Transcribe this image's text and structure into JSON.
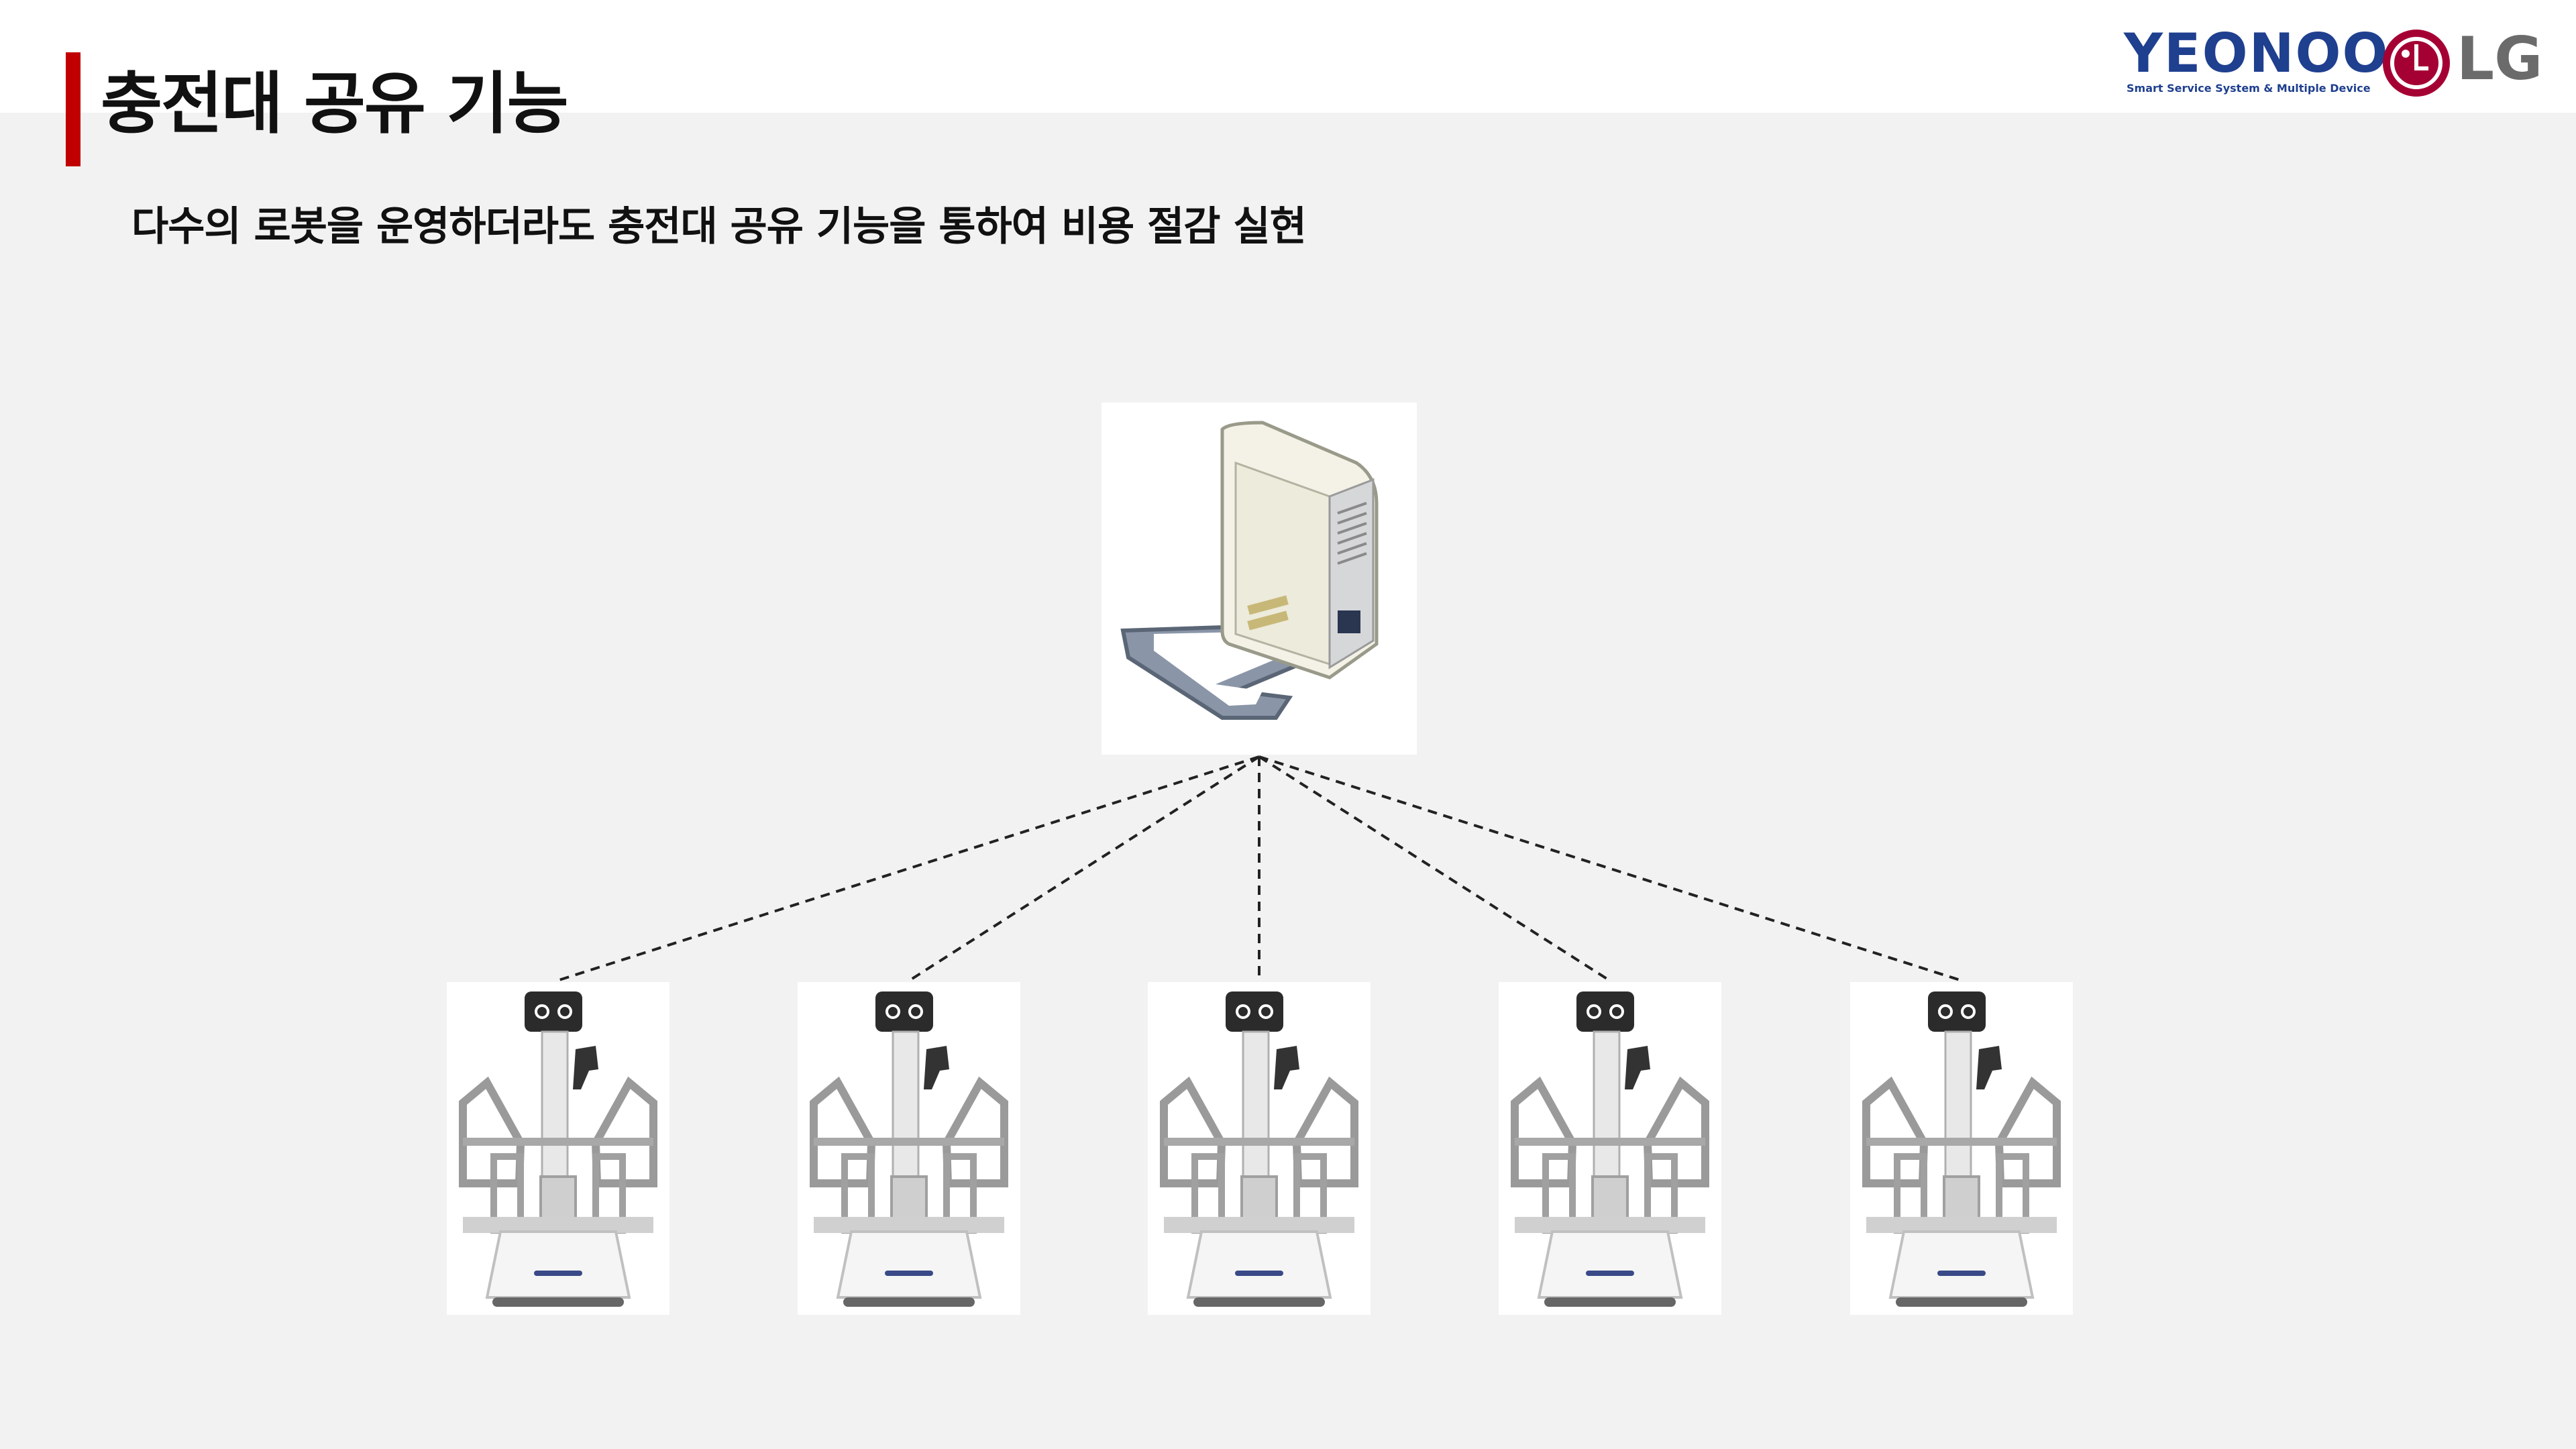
{
  "slide": {
    "title": "충전대 공유 기능",
    "subtitle": "다수의 로봇을 운영하더라도 충전대 공유 기능을 통하여 비용 절감 실현"
  },
  "logos": {
    "yeonoo": {
      "wordmark": "YEONOO",
      "tagline": "Smart Service System & Multiple Device",
      "color": "#1f3f8f"
    },
    "lg": {
      "wordmark": "LG",
      "emblem_color": "#a50034",
      "word_color": "#6b6b6b"
    }
  },
  "diagram": {
    "hub": {
      "icon": "charging-station-icon"
    },
    "robots": [
      {
        "icon": "service-robot-icon"
      },
      {
        "icon": "service-robot-icon"
      },
      {
        "icon": "service-robot-icon"
      },
      {
        "icon": "service-robot-icon"
      },
      {
        "icon": "service-robot-icon"
      }
    ],
    "connector_style": "dashed"
  },
  "colors": {
    "accent": "#c00000",
    "background": "#f2f2f2",
    "header": "#ffffff"
  }
}
